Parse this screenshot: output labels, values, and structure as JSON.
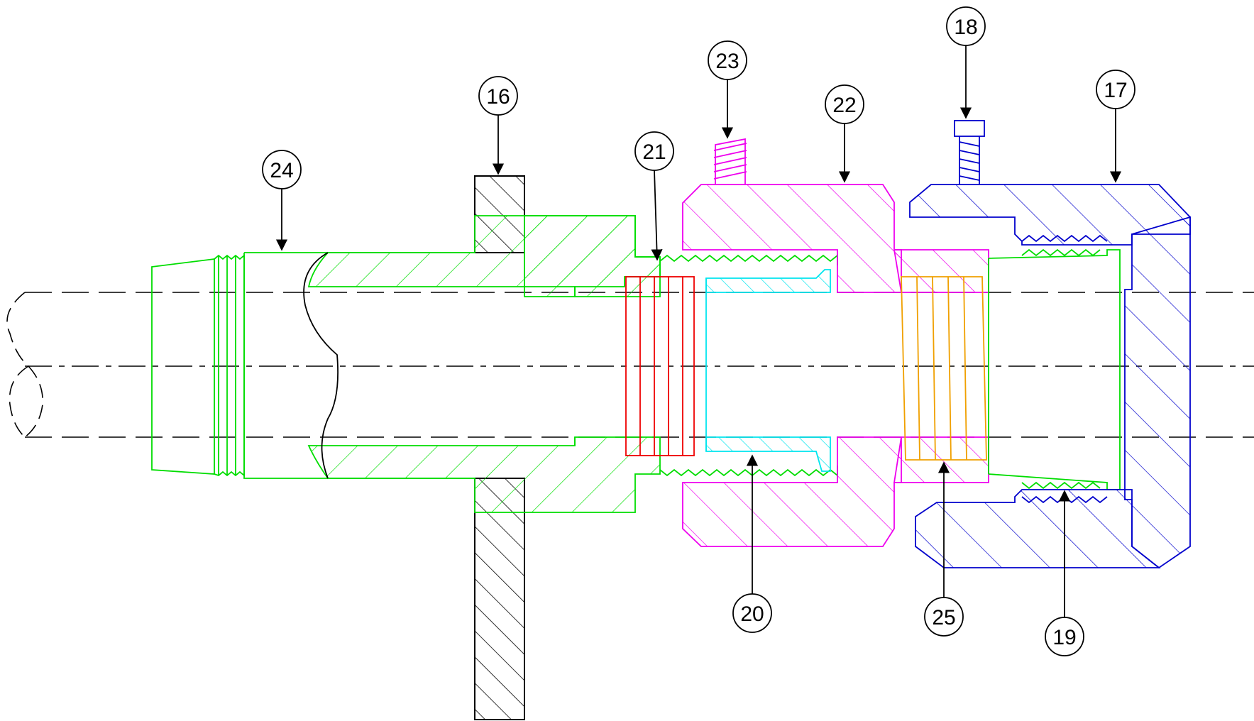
{
  "callouts": {
    "c16": "16",
    "c17": "17",
    "c18": "18",
    "c19": "19",
    "c20": "20",
    "c21": "21",
    "c22": "22",
    "c23": "23",
    "c24": "24",
    "c25": "25"
  },
  "colors": {
    "fitting_body": "#00dd00",
    "wall_panel": "#000000",
    "seal_ring_21": "#ee0000",
    "sleeve_20": "#00e5ee",
    "nut_22": "#ee00ee",
    "ring_25": "#f0a000",
    "nut_17": "#0000cc",
    "screw_18": "#0000cc",
    "set_screw_23": "#ee00ee",
    "centerline": "#000000"
  }
}
